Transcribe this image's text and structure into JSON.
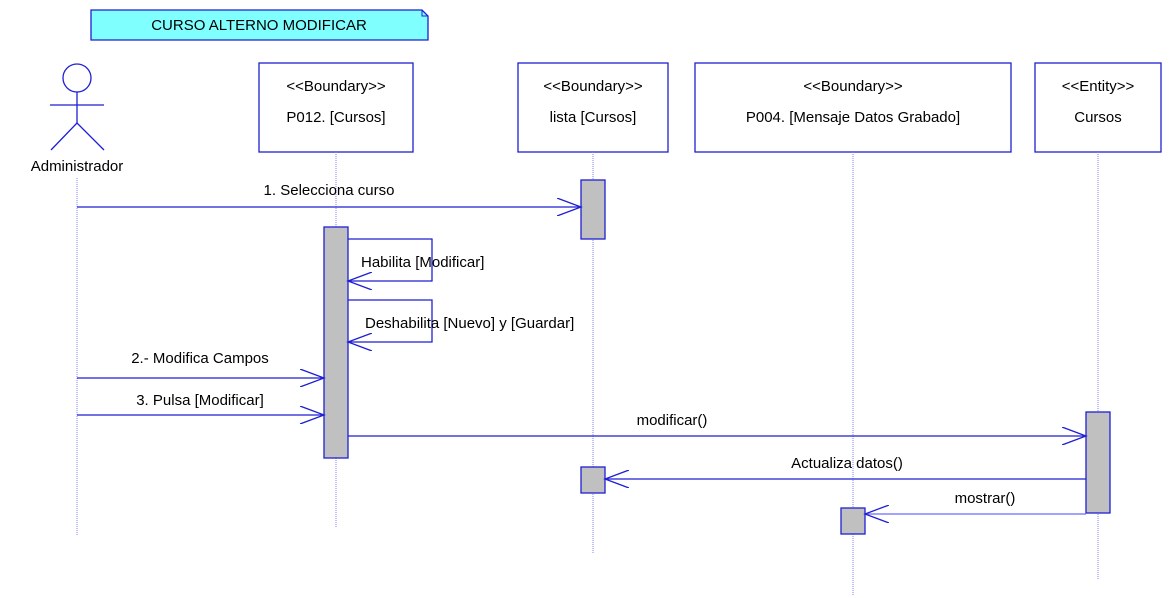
{
  "title": "CURSO ALTERNO MODIFICAR",
  "actor": {
    "name": "Administrador"
  },
  "boxes": [
    {
      "stereotype": "<<Boundary>>",
      "name": "P012. [Cursos]"
    },
    {
      "stereotype": "<<Boundary>>",
      "name": "lista [Cursos]"
    },
    {
      "stereotype": "<<Boundary>>",
      "name": "P004. [Mensaje Datos Grabado]"
    },
    {
      "stereotype": "<<Entity>>",
      "name": "Cursos"
    }
  ],
  "messages": [
    {
      "label": "1. Selecciona curso",
      "from": "Administrador",
      "to": "lista [Cursos]"
    },
    {
      "label": "Habilita [Modificar]",
      "from": "P012. [Cursos]",
      "to": "P012. [Cursos]"
    },
    {
      "label": "Deshabilita [Nuevo] y [Guardar]",
      "from": "P012. [Cursos]",
      "to": "P012. [Cursos]"
    },
    {
      "label": "2.- Modifica Campos",
      "from": "Administrador",
      "to": "P012. [Cursos]"
    },
    {
      "label": "3. Pulsa [Modificar]",
      "from": "Administrador",
      "to": "P012. [Cursos]"
    },
    {
      "label": "modificar()",
      "from": "P012. [Cursos]",
      "to": "Cursos"
    },
    {
      "label": "Actualiza datos()",
      "from": "Cursos",
      "to": "lista [Cursos]"
    },
    {
      "label": "mostrar()",
      "from": "Cursos",
      "to": "P004. [Mensaje Datos Grabado]"
    }
  ],
  "colors": {
    "line": "#1f1fd4",
    "activation_fill": "#c0c0c0",
    "title_fill": "#80ffff",
    "box_stroke": "#1f1fd4",
    "text": "#000000"
  }
}
